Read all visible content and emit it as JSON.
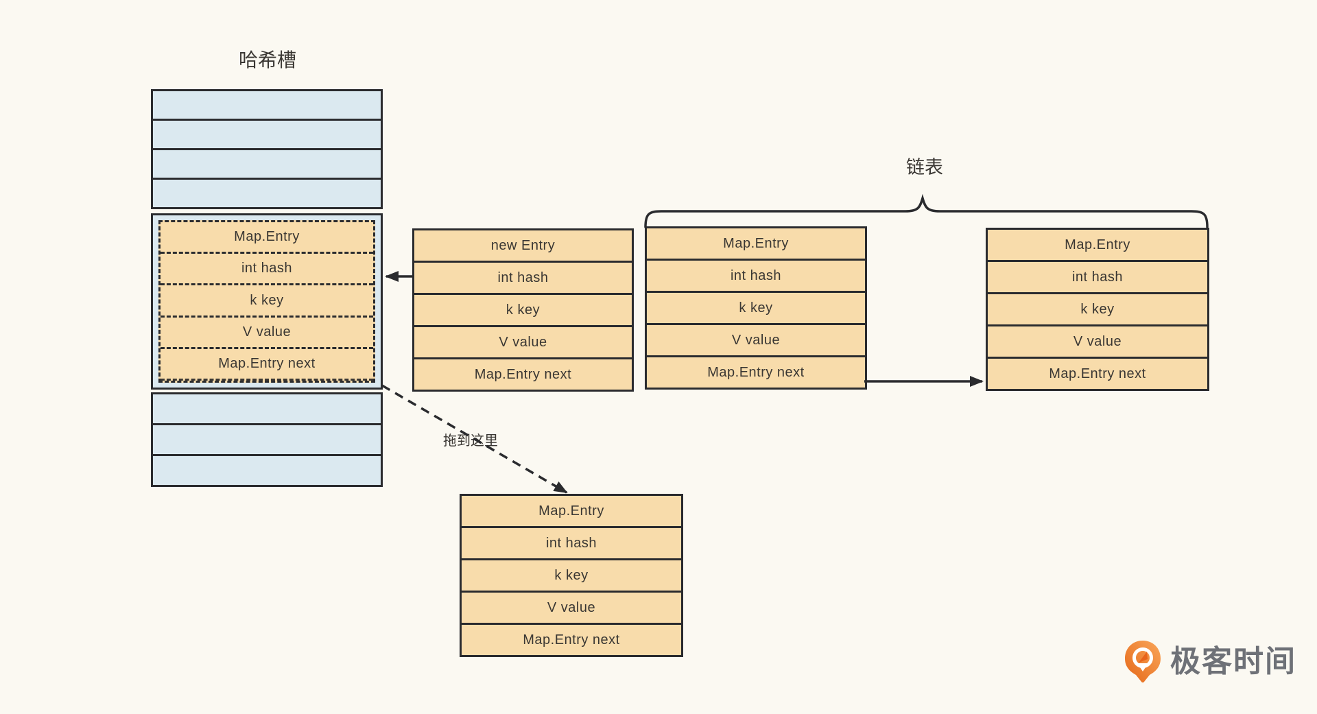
{
  "labels": {
    "hash_slots": "哈希槽",
    "linked_list": "链表",
    "drag_here": "拖到这里"
  },
  "hash_table": {
    "empty_slots_above": 4,
    "empty_slots_below": 3,
    "occupied_slot_index": 4
  },
  "boxes": {
    "slot_entry": {
      "style": "dashed",
      "rows": [
        "Map.Entry",
        "int hash",
        "k key",
        "V value",
        "Map.Entry next"
      ]
    },
    "new_entry": {
      "style": "solid",
      "rows": [
        "new Entry",
        "int hash",
        "k key",
        "V value",
        "Map.Entry next"
      ]
    },
    "list_entry_1": {
      "style": "solid",
      "rows": [
        "Map.Entry",
        "int hash",
        "k key",
        "V value",
        "Map.Entry next"
      ]
    },
    "list_entry_2": {
      "style": "solid",
      "rows": [
        "Map.Entry",
        "int hash",
        "k key",
        "V value",
        "Map.Entry next"
      ]
    },
    "dragged_entry": {
      "style": "solid",
      "rows": [
        "Map.Entry",
        "int hash",
        "k key",
        "V value",
        "Map.Entry next"
      ]
    }
  },
  "connectors": {
    "new_entry_to_slot": "solid-arrow-left",
    "entry1_to_entry2": "solid-arrow-right",
    "slot_to_dragged": "dashed-arrow-down-right",
    "linked_list_brace": "curly-brace-over-entries"
  },
  "logo": {
    "text": "极客时间",
    "icon": "geektime-pin-icon"
  },
  "colors": {
    "background": "#fbf9f2",
    "slot_blue": "#dbe9f0",
    "entry_orange": "#f8dcab",
    "line": "#2a2b2e",
    "text": "#3a3733",
    "logo_orange": "#ed6f1e",
    "logo_text_gray": "#6e7177"
  }
}
